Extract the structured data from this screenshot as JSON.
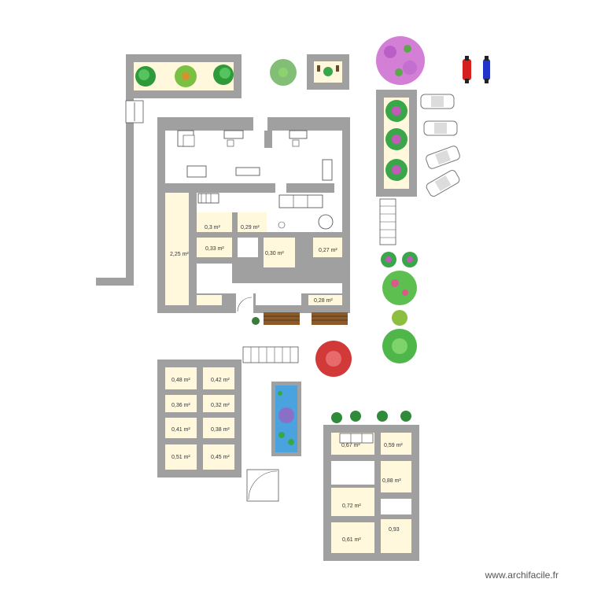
{
  "colors": {
    "wall": "#a0a0a0",
    "floor": "#ffffff",
    "room_fill": "#fff8dc",
    "stairs": "#ffffff",
    "bench": "#8b5a2b",
    "pool": "#4aa3df",
    "leaf": "#3aa64a",
    "flower_pink": "#d47fd6",
    "flower_red": "#d23a3a"
  },
  "room_labels": {
    "main_a": "0,3 m²",
    "main_b": "0,29 m²",
    "main_c": "0,33 m²",
    "main_d": "0,30 m²",
    "main_e": "0,27 m²",
    "main_f": "2,25 m²",
    "main_g": "0,28 m²",
    "left_a": "0,48 m²",
    "left_b": "0,42 m²",
    "left_c": "0,36 m²",
    "left_d": "0,32 m²",
    "left_e": "0,41 m²",
    "left_f": "0,38 m²",
    "left_g": "0,51 m²",
    "left_h": "0,45 m²",
    "right_a": "0,67 m²",
    "right_b": "0,59 m²",
    "right_c": "0,88 m²",
    "right_d": "0,72 m²",
    "right_e": "0,93",
    "right_f": "0,61 m²"
  },
  "icons": [
    "tree-icon",
    "plant-icon",
    "car-icon",
    "motorbike-icon",
    "stairs-icon",
    "bench-icon",
    "pool-icon",
    "desk-icon",
    "toilet-icon",
    "sofa-icon"
  ],
  "watermark": "www.archifacile.fr"
}
